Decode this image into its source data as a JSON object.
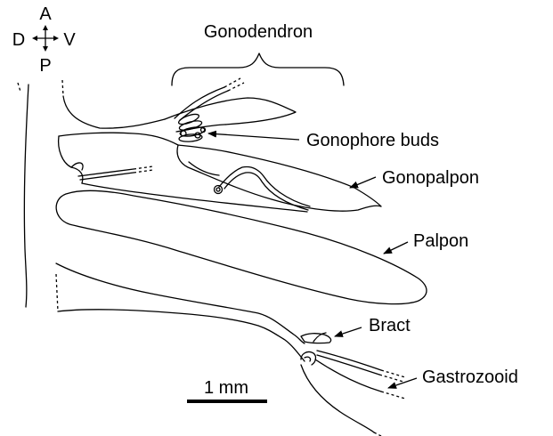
{
  "compass": {
    "anterior": "A",
    "posterior": "P",
    "dorsal": "D",
    "ventral": "V"
  },
  "labels": {
    "gonodendron": "Gonodendron",
    "gonophore_buds": "Gonophore buds",
    "gonopalpon": "Gonopalpon",
    "palpon": "Palpon",
    "bract": "Bract",
    "gastrozooid": "Gastrozooid"
  },
  "scale_bar": {
    "label": "1 mm"
  }
}
